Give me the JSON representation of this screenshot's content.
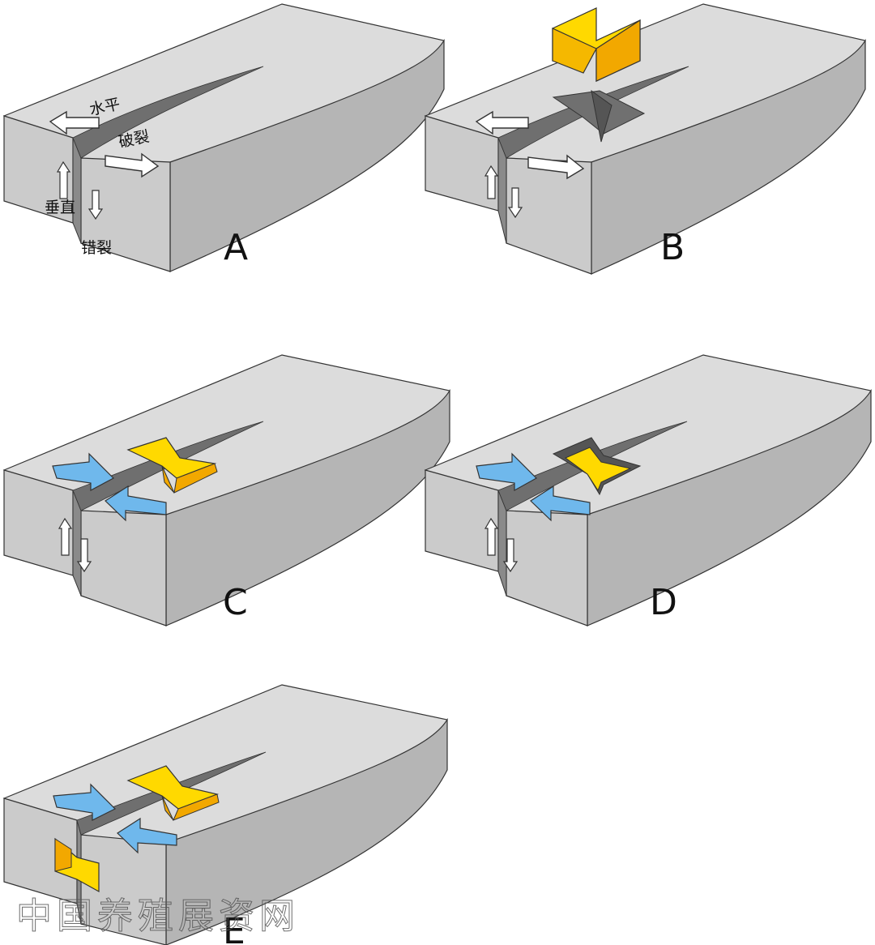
{
  "panels": [
    {
      "id": "A",
      "label": "A"
    },
    {
      "id": "B",
      "label": "B"
    },
    {
      "id": "C",
      "label": "C"
    },
    {
      "id": "D",
      "label": "D"
    },
    {
      "id": "E",
      "label": "E"
    }
  ],
  "annotations": {
    "horizontal_fracture": [
      "水平",
      "破裂"
    ],
    "vertical_offset": [
      "垂直",
      "错裂"
    ]
  },
  "watermark": "中国养殖展资网",
  "colors": {
    "slab_top": "#dcdcdc",
    "slab_front": "#c9c9c9",
    "slab_side": "#b4b4b4",
    "crack": "#6f6f6f",
    "white_arrow": "#ffffff",
    "blue_arrow": "#6fb8ec",
    "bowtie_top": "#ffd900",
    "bowtie_side": "#f2a800"
  }
}
